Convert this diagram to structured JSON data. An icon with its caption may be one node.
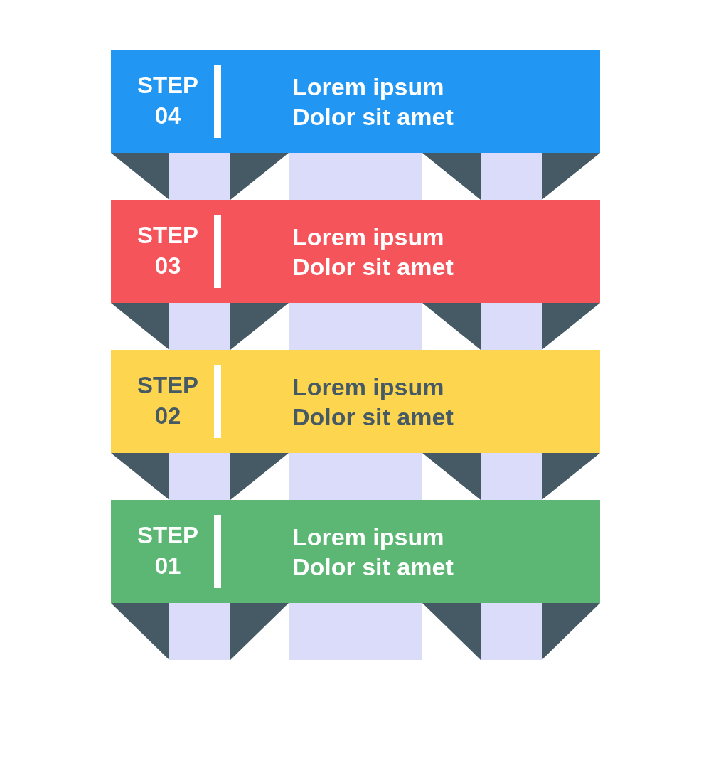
{
  "diagram": {
    "nodes": [
      {
        "text": [
          "STEP 04",
          "Lorem ipsum Dolor sit amet"
        ]
      },
      {
        "text": [
          "STEP 03",
          "Lorem ipsum Dolor sit amet"
        ]
      },
      {
        "text": [
          "STEP 02",
          "Lorem ipsum Dolor sit amet"
        ]
      },
      {
        "text": [
          "STEP 01",
          "Lorem ipsum Dolor sit amet"
        ]
      }
    ]
  }
}
